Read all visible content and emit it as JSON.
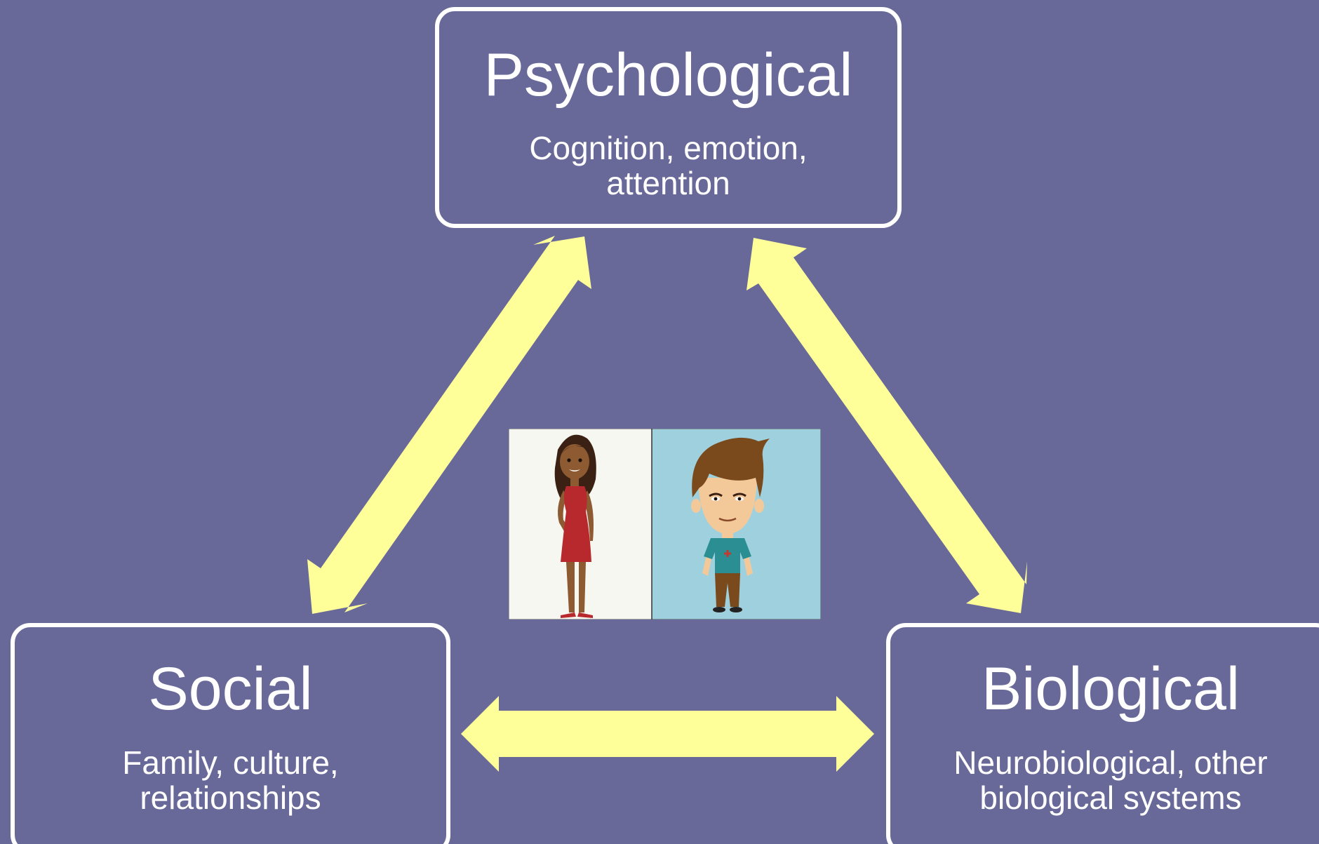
{
  "nodes": {
    "psychological": {
      "title": "Psychological",
      "subtitle": "Cognition, emotion,\nattention"
    },
    "social": {
      "title": "Social",
      "subtitle": "Family, culture,\nrelationships"
    },
    "biological": {
      "title": "Biological",
      "subtitle": "Neurobiological, other\nbiological systems"
    }
  },
  "connections": [
    {
      "from": "psychological",
      "to": "social",
      "direction": "bidirectional"
    },
    {
      "from": "psychological",
      "to": "biological",
      "direction": "bidirectional"
    },
    {
      "from": "social",
      "to": "biological",
      "direction": "bidirectional"
    }
  ],
  "colors": {
    "background": "#686899",
    "arrow": "#ffff99",
    "box_border": "#ffffff",
    "text": "#ffffff"
  },
  "illustration": {
    "panels": [
      "woman-cartoon",
      "man-cartoon"
    ]
  }
}
